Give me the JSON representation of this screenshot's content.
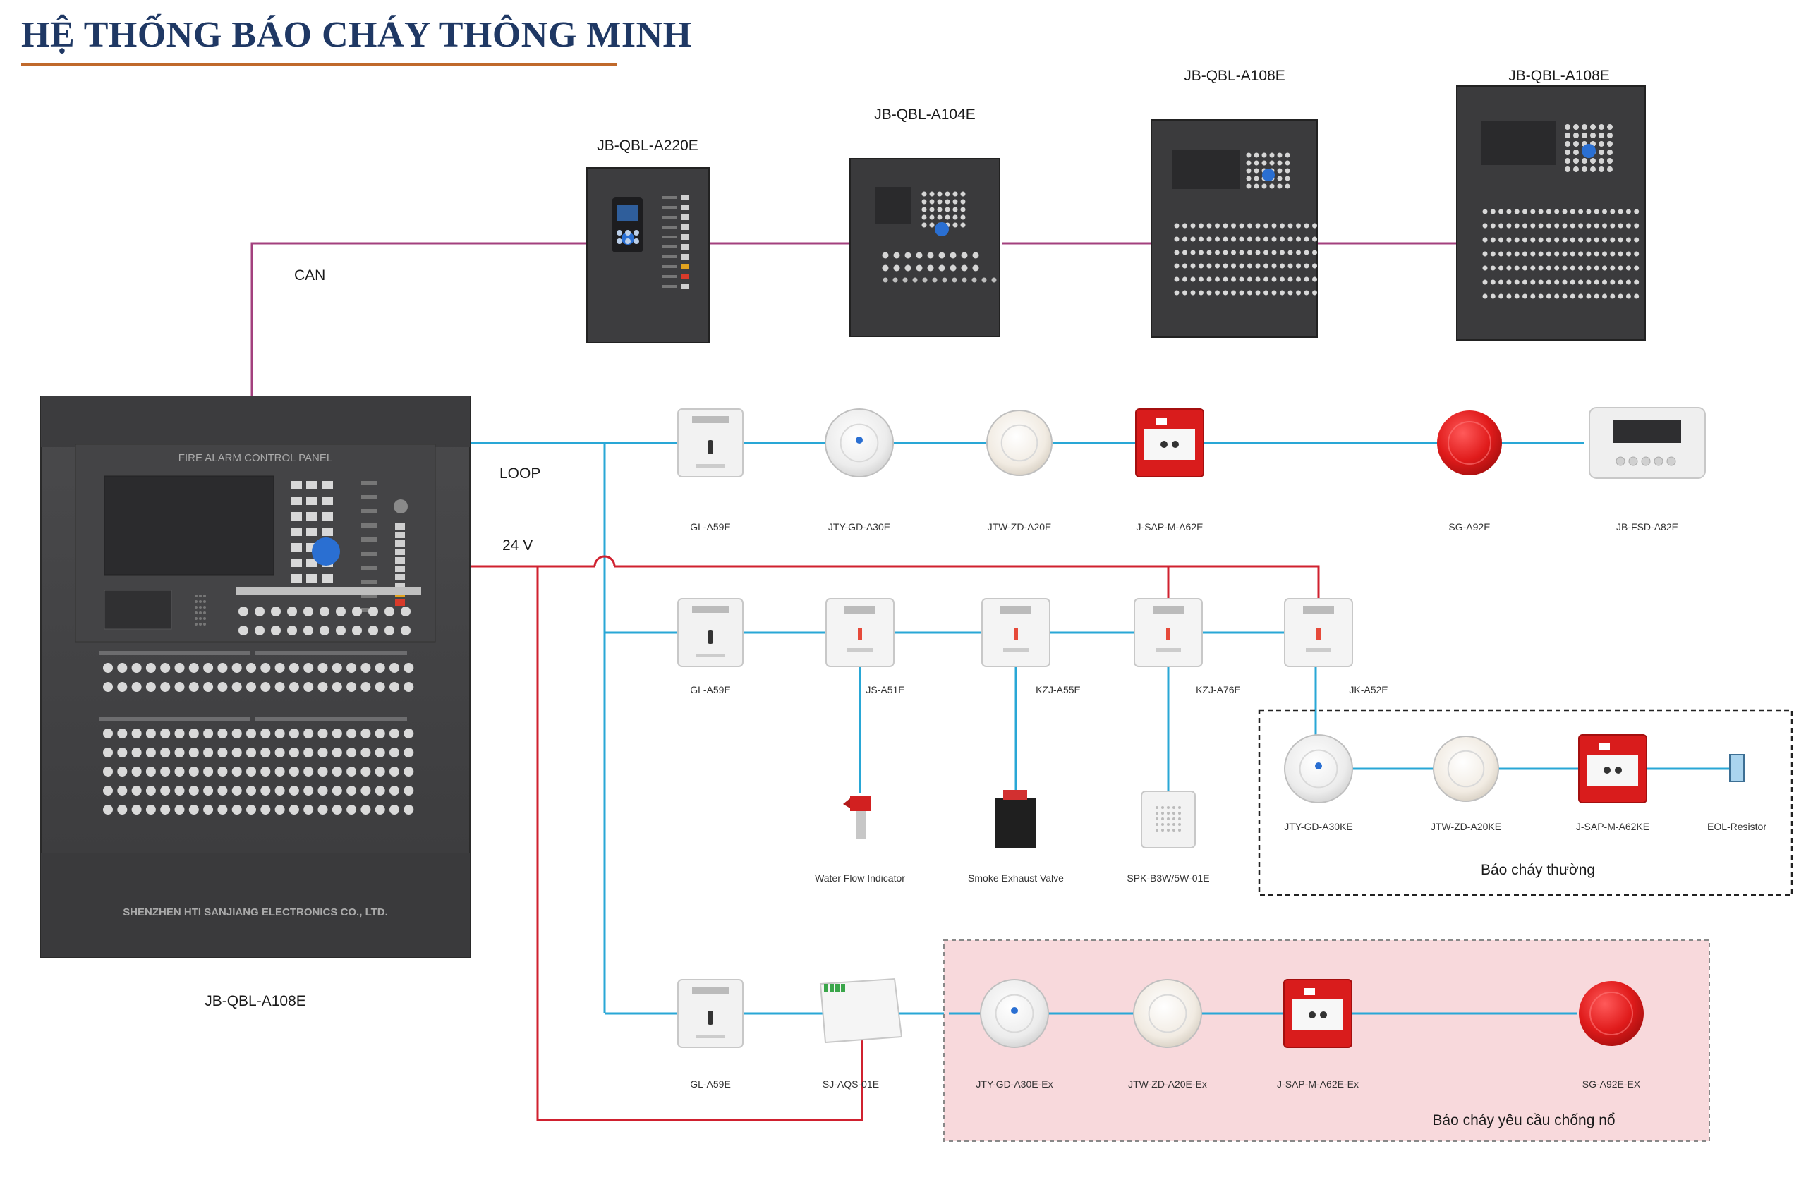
{
  "title": "HỆ THỐNG BÁO CHÁY THÔNG MINH",
  "colors": {
    "can": "#a3407e",
    "loop": "#29a7d6",
    "v24": "#d0212f",
    "title": "#1f3864",
    "underline": "#c0692b"
  },
  "bus_labels": {
    "can": "CAN",
    "loop": "LOOP",
    "v24": "24 V"
  },
  "main_panel": {
    "model": "JB-QBL-A108E",
    "header": "FIRE ALARM CONTROL PANEL",
    "maker": "SHENZHEN HTI SANJIANG ELECTRONICS CO., LTD."
  },
  "can_panels": [
    {
      "model": "JB-QBL-A220E"
    },
    {
      "model": "JB-QBL-A104E"
    },
    {
      "model": "JB-QBL-A108E"
    },
    {
      "model": "JB-QBL-A108E"
    }
  ],
  "loop1_devices": [
    {
      "model": "GL-A59E",
      "icon": "isolator-icon"
    },
    {
      "model": "JTY-GD-A30E",
      "icon": "smoke-detector-icon"
    },
    {
      "model": "JTW-ZD-A20E",
      "icon": "heat-detector-icon"
    },
    {
      "model": "J-SAP-M-A62E",
      "icon": "manual-call-point-icon"
    },
    {
      "model": "SG-A92E",
      "icon": "sounder-icon"
    },
    {
      "model": "JB-FSD-A82E",
      "icon": "floor-display-icon"
    }
  ],
  "loop2_devices": [
    {
      "model": "GL-A59E",
      "icon": "isolator-icon"
    },
    {
      "model": "JS-A51E",
      "icon": "input-module-icon"
    },
    {
      "model": "KZJ-A55E",
      "icon": "io-module-icon"
    },
    {
      "model": "KZJ-A76E",
      "icon": "io-module-icon"
    },
    {
      "model": "JK-A52E",
      "icon": "input-module-icon"
    }
  ],
  "loop2_field": [
    {
      "label": "Water Flow Indicator",
      "icon": "water-flow-indicator-icon"
    },
    {
      "label": "Smoke Exhaust Valve",
      "icon": "smoke-exhaust-valve-icon"
    },
    {
      "label": "SPK-B3W/5W-01E",
      "icon": "speaker-icon"
    }
  ],
  "conventional": {
    "caption": "Báo cháy thường",
    "devices": [
      {
        "model": "JTY-GD-A30KE",
        "icon": "smoke-detector-icon"
      },
      {
        "model": "JTW-ZD-A20KE",
        "icon": "heat-detector-icon"
      },
      {
        "model": "J-SAP-M-A62KE",
        "icon": "manual-call-point-icon"
      },
      {
        "model": "EOL-Resistor",
        "icon": "resistor-icon"
      }
    ]
  },
  "loop3_devices": [
    {
      "model": "GL-A59E",
      "icon": "isolator-icon"
    },
    {
      "model": "SJ-AQS-01E",
      "icon": "safety-barrier-icon"
    }
  ],
  "explosion_proof": {
    "caption": "Báo cháy yêu cầu chống nổ",
    "devices": [
      {
        "model": "JTY-GD-A30E-Ex",
        "icon": "smoke-detector-icon"
      },
      {
        "model": "JTW-ZD-A20E-Ex",
        "icon": "heat-detector-icon"
      },
      {
        "model": "J-SAP-M-A62E-Ex",
        "icon": "manual-call-point-icon"
      },
      {
        "model": "SG-A92E-EX",
        "icon": "sounder-icon"
      }
    ]
  }
}
